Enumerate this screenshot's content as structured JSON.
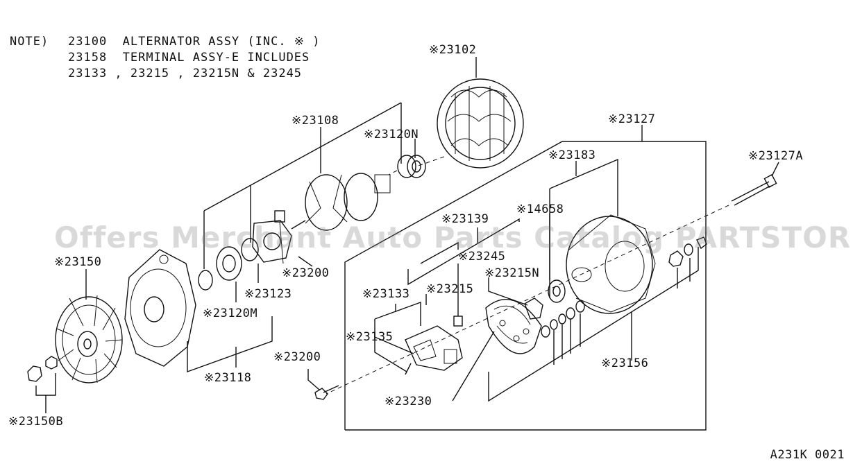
{
  "note": {
    "prefix": "NOTE)",
    "lines": [
      "23100  ALTERNATOR ASSY (INC. ※ )",
      "23158  TERMINAL ASSY-E INCLUDES",
      "23133 , 23215 , 23215N & 23245"
    ]
  },
  "labels": {
    "p23102": "※23102",
    "p23108": "※23108",
    "p23120N": "※23120N",
    "p23127": "※23127",
    "p23127A": "※23127A",
    "p23183": "※23183",
    "p14658": "※14658",
    "p23139": "※23139",
    "p23245": "※23245",
    "p23215N": "※23215N",
    "p23215": "※23215",
    "p23133": "※23133",
    "p23135": "※23135",
    "p23150": "※23150",
    "p23200a": "※23200",
    "p23123": "※23123",
    "p23120M": "※23120M",
    "p23118": "※23118",
    "p23200b": "※23200",
    "p23230": "※23230",
    "p23156": "※23156",
    "p23150B": "※23150B"
  },
  "watermark": "Offers Merchant Auto Parts Catalog PARTSTORE.SA",
  "drawing_code": "A231K 0021"
}
